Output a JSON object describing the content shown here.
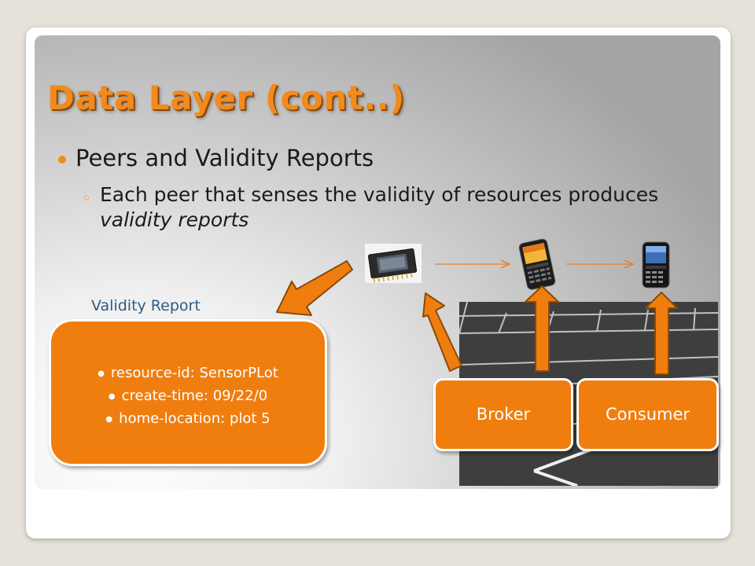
{
  "slide": {
    "title": "Data Layer (cont..)",
    "bullet_main": "Peers and Validity Reports",
    "bullet_sub_prefix": "Each peer that senses the validity of resources produces ",
    "bullet_sub_emphasis": "validity reports"
  },
  "diagram": {
    "validity_report_label": "Validity Report",
    "report_fields": [
      "resource-id: SensorPLot",
      "create-time: 09/22/0",
      "home-location: plot 5"
    ],
    "broker_label": "Broker",
    "consumer_label": "Consumer",
    "icons": {
      "sensor": "sensor-chip-icon",
      "broker_phone": "smartphone-icon",
      "consumer_phone": "smartphone-icon",
      "photo": "parking-lot-photo"
    }
  },
  "colors": {
    "accent": "#f28a1c",
    "box_fill": "#f07e0f",
    "label_blue": "#2f5b83"
  }
}
